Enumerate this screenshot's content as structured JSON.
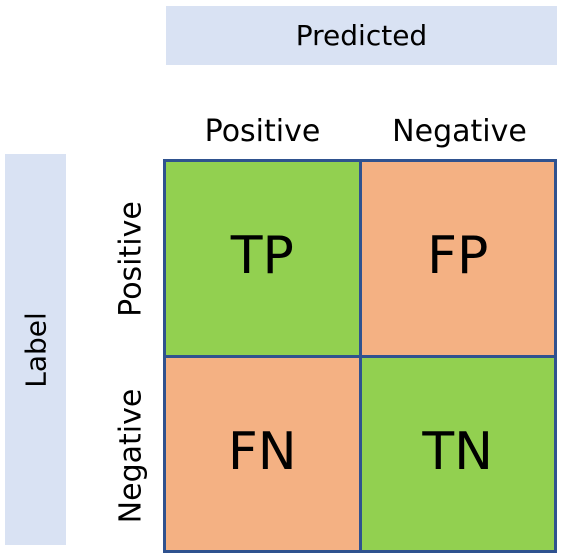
{
  "predicted_header": "Predicted",
  "label_header": "Label",
  "columns": [
    "Positive",
    "Negative"
  ],
  "rows": [
    "Positive",
    "Negative"
  ],
  "cells": [
    {
      "text": "TP",
      "color": "#92d050"
    },
    {
      "text": "FP",
      "color": "#f4b183"
    },
    {
      "text": "FN",
      "color": "#f4b183"
    },
    {
      "text": "TN",
      "color": "#92d050"
    }
  ],
  "colors": {
    "header_fill": "#d9e2f3",
    "grid_border": "#2f528f",
    "true_fill": "#92d050",
    "false_fill": "#f4b183"
  }
}
